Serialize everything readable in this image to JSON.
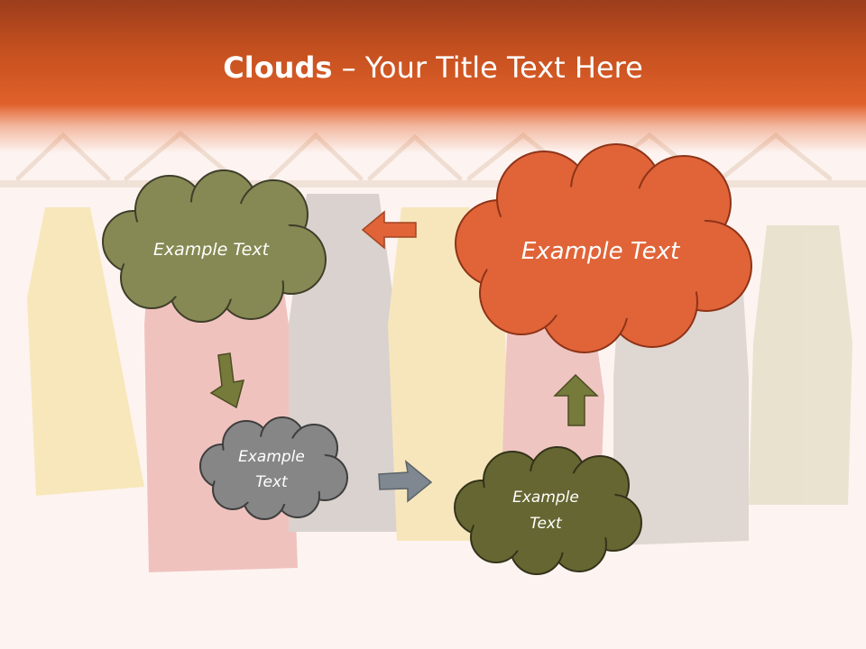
{
  "title": {
    "bold": "Clouds",
    "separator": " – ",
    "rest": "Your Title Text Here"
  },
  "clouds": [
    {
      "text": "Example Text",
      "fill": "#868953"
    },
    {
      "text": "Example Text",
      "fill": "#e06438"
    },
    {
      "text": "Example\nText",
      "fill": "#868686"
    },
    {
      "text": "Example\nText",
      "fill": "#666632"
    }
  ],
  "colors": {
    "header": "#d4562a",
    "cloud_stroke": "#3e3e2a",
    "arrow_orange": "#e06438",
    "arrow_olive": "#767a3a",
    "arrow_gray": "#7f8890"
  }
}
